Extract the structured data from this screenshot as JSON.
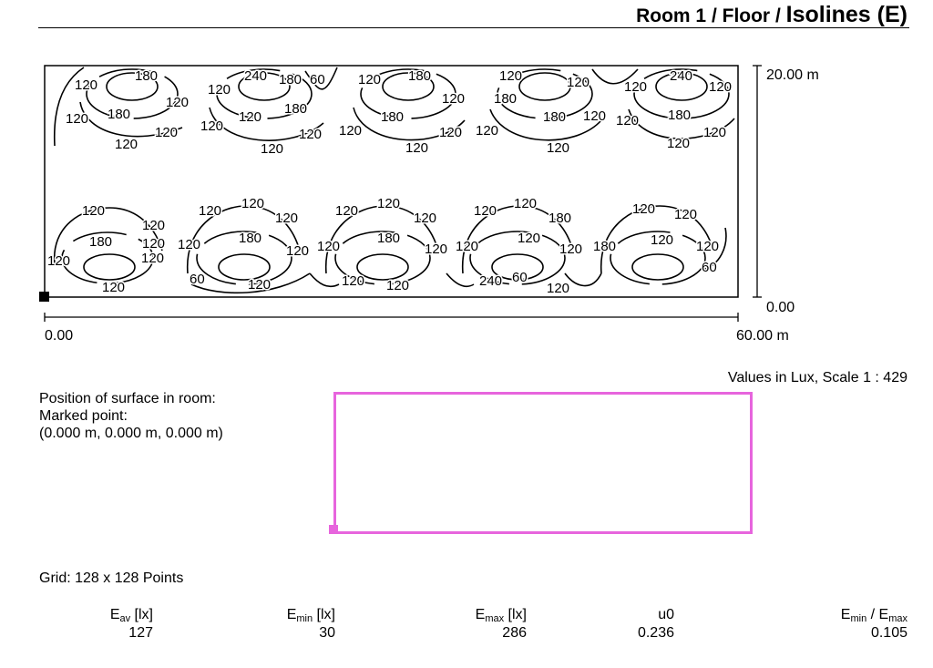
{
  "header": {
    "title_part1": "Room 1 / Floor / ",
    "title_part2": "Isolines (E)"
  },
  "plan": {
    "y_max_label": "20.00 m",
    "y_min_label": "0.00",
    "x_min_label": "0.00",
    "x_max_label": "60.00 m",
    "isoline_labels": [
      "120",
      "180",
      "120",
      "120",
      "180",
      "120",
      "120",
      "120",
      "240",
      "180",
      "60",
      "120",
      "180",
      "120",
      "120",
      "120",
      "120",
      "180",
      "120",
      "180",
      "120",
      "120",
      "120",
      "120",
      "120",
      "180",
      "180",
      "120",
      "120",
      "120",
      "120",
      "240",
      "120",
      "120",
      "180",
      "120",
      "120",
      "120",
      "120",
      "120",
      "180",
      "120",
      "120",
      "120",
      "120",
      "120",
      "120",
      "120",
      "180",
      "60",
      "120",
      "120",
      "120",
      "120",
      "120",
      "180",
      "120",
      "120",
      "120",
      "120",
      "120",
      "120",
      "180",
      "120",
      "120",
      "240",
      "60",
      "120",
      "120",
      "120",
      "180",
      "120",
      "60",
      "120",
      "120"
    ]
  },
  "info": {
    "values_note": "Values in Lux, Scale 1 : 429",
    "position_line1": "Position of surface in room:",
    "position_line2": "Marked point:",
    "position_line3": "(0.000 m, 0.000 m, 0.000 m)",
    "surface_color": "#e765dd"
  },
  "grid_text": "Grid: 128 x 128 Points",
  "stats": {
    "eav_main": "E",
    "eav_sub": "av",
    "eav_unit": " [lx]",
    "eav_value": "127",
    "emin_main": "E",
    "emin_sub": "min",
    "emin_unit": " [lx]",
    "emin_value": "30",
    "emax_main": "E",
    "emax_sub": "max",
    "emax_unit": " [lx]",
    "emax_value": "286",
    "u0_label": "u0",
    "u0_value": "0.236",
    "ratio_main1": "E",
    "ratio_sub1": "min",
    "ratio_sep": " / ",
    "ratio_main2": "E",
    "ratio_sub2": "max",
    "ratio_value": "0.105"
  }
}
